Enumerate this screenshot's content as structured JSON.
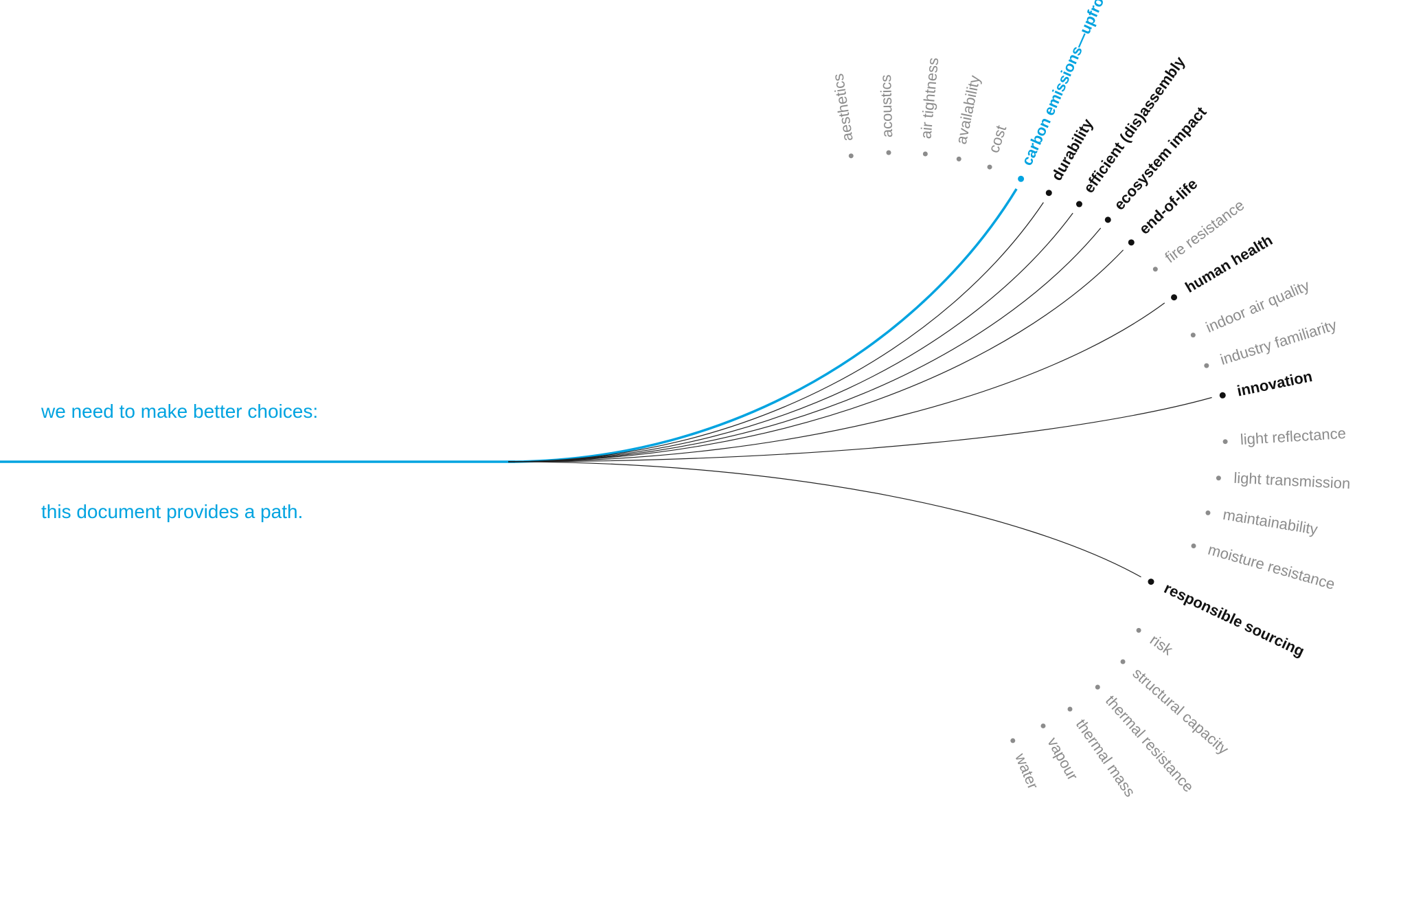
{
  "text": {
    "line1": "we need to make better choices:",
    "line2": "this document provides a path."
  },
  "colors": {
    "accent": "#00a3e0",
    "primary": "#111111",
    "secondary": "#8c8c8c",
    "branch": "#222222"
  },
  "items": [
    {
      "label": "aesthetics",
      "kind": "secondary"
    },
    {
      "label": "acoustics",
      "kind": "secondary"
    },
    {
      "label": "air tightness",
      "kind": "secondary"
    },
    {
      "label": "availability",
      "kind": "secondary"
    },
    {
      "label": "cost",
      "kind": "secondary"
    },
    {
      "label": "carbon emissions—upfront",
      "kind": "highlight"
    },
    {
      "label": "durability",
      "kind": "primary"
    },
    {
      "label": "efficient (dis)assembly",
      "kind": "primary"
    },
    {
      "label": "ecosystem impact",
      "kind": "primary"
    },
    {
      "label": "end-of-life",
      "kind": "primary"
    },
    {
      "label": "fire resistance",
      "kind": "secondary"
    },
    {
      "label": "human health",
      "kind": "primary"
    },
    {
      "label": "indoor air quality",
      "kind": "secondary"
    },
    {
      "label": "industry familiarity",
      "kind": "secondary"
    },
    {
      "label": "innovation",
      "kind": "primary"
    },
    {
      "label": "light reflectance",
      "kind": "secondary"
    },
    {
      "label": "light transmission",
      "kind": "secondary"
    },
    {
      "label": "maintainability",
      "kind": "secondary"
    },
    {
      "label": "moisture resistance",
      "kind": "secondary"
    },
    {
      "label": "responsible sourcing",
      "kind": "primary"
    },
    {
      "label": "risk",
      "kind": "secondary"
    },
    {
      "label": "structural capacity",
      "kind": "secondary"
    },
    {
      "label": "thermal resistance",
      "kind": "secondary"
    },
    {
      "label": "thermal mass",
      "kind": "secondary"
    },
    {
      "label": "vapour",
      "kind": "secondary"
    },
    {
      "label": "water",
      "kind": "secondary"
    }
  ]
}
